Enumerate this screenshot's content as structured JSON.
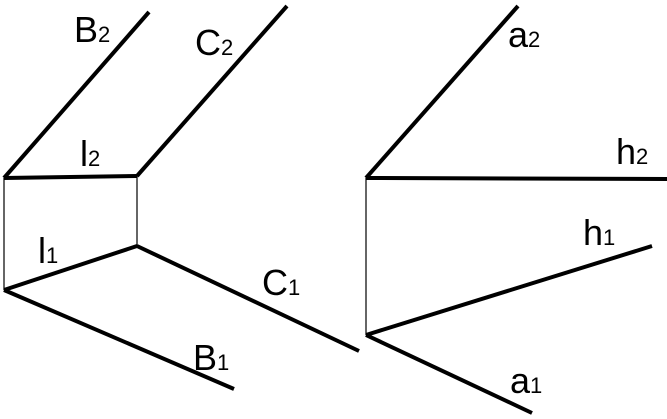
{
  "colors": {
    "line": "#000000",
    "text": "#000000",
    "background": "#ffffff"
  },
  "labels": {
    "B2": {
      "main": "B",
      "sub": "2"
    },
    "C2": {
      "main": "C",
      "sub": "2"
    },
    "l2": {
      "main": "l",
      "sub": "2"
    },
    "l1": {
      "main": "l",
      "sub": "1"
    },
    "C1": {
      "main": "C",
      "sub": "1"
    },
    "B1": {
      "main": "B",
      "sub": "1"
    },
    "a2": {
      "main": "a",
      "sub": "2"
    },
    "h2": {
      "main": "h",
      "sub": "2"
    },
    "h1": {
      "main": "h",
      "sub": "1"
    },
    "a1": {
      "main": "a",
      "sub": "1"
    }
  }
}
